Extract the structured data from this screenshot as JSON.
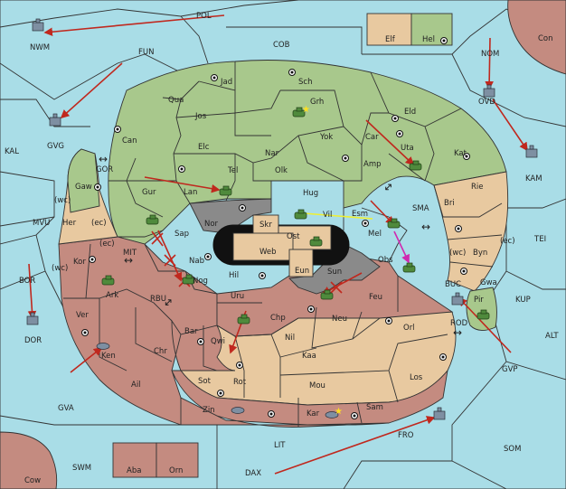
{
  "colors": {
    "sea": "#a9dde7",
    "north_power": "#a8c88c",
    "neutral": "#e8c9a0",
    "south_power": "#c48b80",
    "impassable": "#8a8a8a",
    "order_arrow": "#c0281e",
    "support_arrow": "#f0f030",
    "convoy_arrow": "#d028b0"
  },
  "provinces": {
    "POL": "POL",
    "NWM": "NWM",
    "FUN": "FUN",
    "COB": "COB",
    "Elf": "Elf",
    "Hel": "Hel",
    "Con": "Con",
    "NOM": "NOM",
    "OVD": "OVD",
    "KAL": "KAL",
    "GVG": "GVG",
    "Jad": "Jad",
    "Sch": "Sch",
    "Qua": "Qua",
    "Grh": "Grh",
    "Jos": "Jos",
    "Eld": "Eld",
    "Can": "Can",
    "Yok": "Yok",
    "Car": "Car",
    "Uta": "Uta",
    "Kat": "Kat",
    "KAM": "KAM",
    "Elc": "Elc",
    "Nar": "Nar",
    "Amp": "Amp",
    "GOR": "GOR",
    "Tel": "Tel",
    "Olk": "Olk",
    "Gaw": "Gaw",
    "Gur": "Gur",
    "Lan": "Lan",
    "Hug": "Hug",
    "Rie": "Rie",
    "SMA": "SMA",
    "Bri": "Bri",
    "Vil": "Vil",
    "Esm": "Esm",
    "Her": "Her",
    "MVU": "MVU",
    "Nor": "Nor",
    "Skr": "Skr",
    "Mel": "Mel",
    "TEI": "TEI",
    "Sap": "Sap",
    "Ost": "Ost",
    "Web": "Web",
    "Byn": "Byn",
    "Kor": "Kor",
    "MIT": "MIT",
    "Nab": "Nab",
    "Obs": "Obs",
    "Eun": "Eun",
    "Gwa": "Gwa",
    "BOR": "BOR",
    "Hil": "Hil",
    "Sun": "Sun",
    "BUC": "BUC",
    "Ark": "Ark",
    "Nog": "Nog",
    "Pir": "Pir",
    "KUP": "KUP",
    "RBU": "RBU",
    "Uru": "Uru",
    "Feu": "Feu",
    "Ver": "Ver",
    "Chp": "Chp",
    "Neu": "Neu",
    "ROD": "ROD",
    "DOR": "DOR",
    "Bar": "Bar",
    "Qwi": "Qwi",
    "Orl": "Orl",
    "ALT": "ALT",
    "Nil": "Nil",
    "Chr": "Chr",
    "Ken": "Ken",
    "Kaa": "Kaa",
    "GVP": "GVP",
    "Ail": "Ail",
    "Sot": "Sot",
    "Rot": "Rot",
    "Mou": "Mou",
    "Los": "Los",
    "GVA": "GVA",
    "Zin": "Zin",
    "Kar": "Kar",
    "Sam": "Sam",
    "FRO": "FRO",
    "SOM": "SOM",
    "LIT": "LIT",
    "SWM": "SWM",
    "Aba": "Aba",
    "Orn": "Orn",
    "DAX": "DAX",
    "Cow": "Cow"
  },
  "coast_labels": {
    "her_wc": "(wc)",
    "her_ec": "(ec)",
    "kor_wc": "(wc)",
    "kor_ec": "(ec)",
    "byn_wc": "(wc)",
    "byn_ec": "(ec)"
  },
  "arrows": {
    "double": "↔"
  }
}
